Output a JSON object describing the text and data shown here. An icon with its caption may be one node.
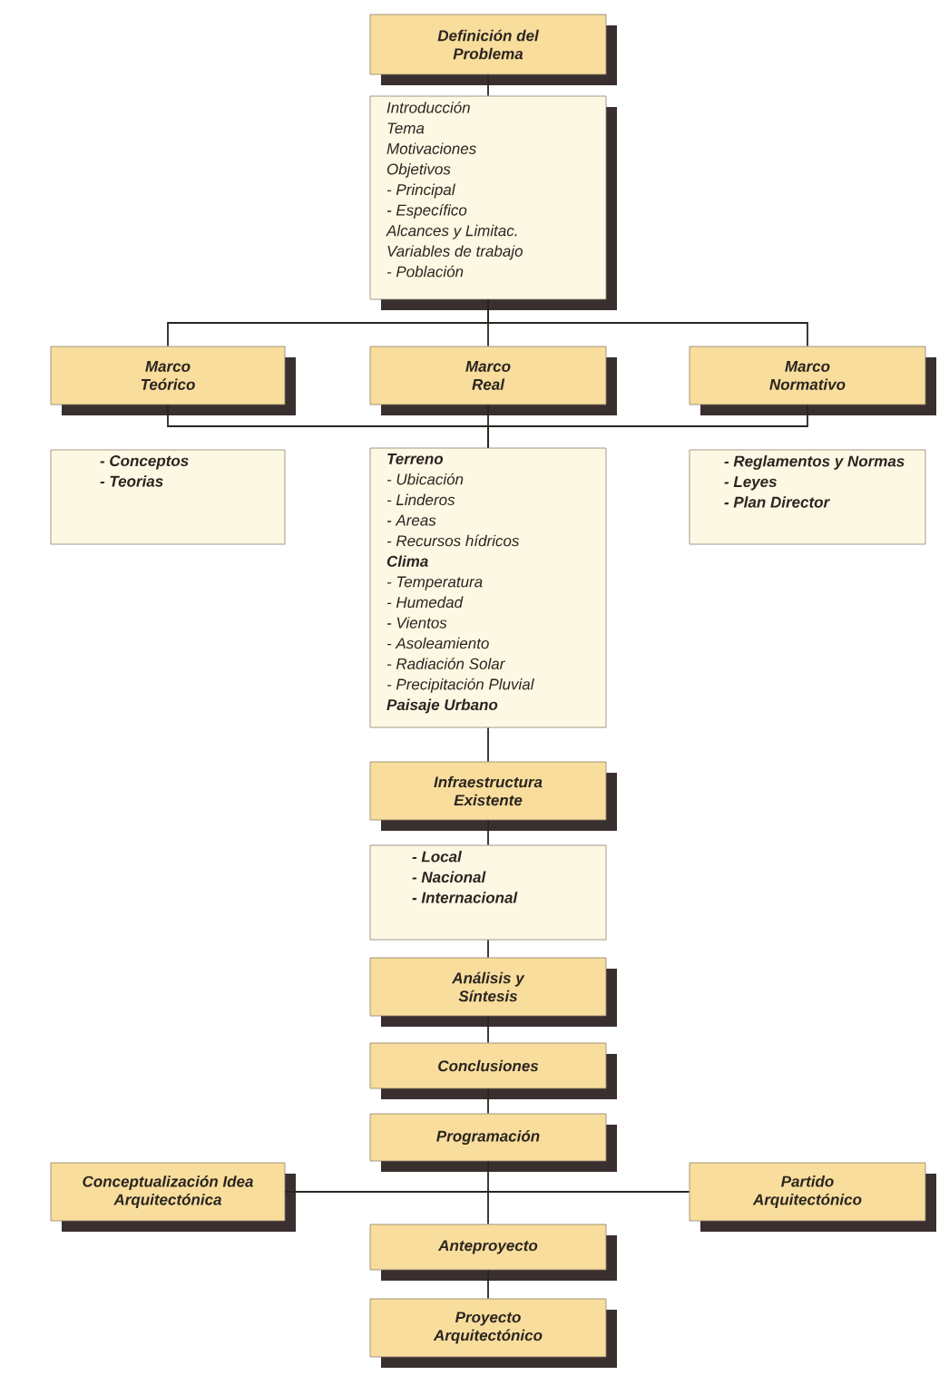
{
  "diagram": {
    "nodes": [
      {
        "text": [
          "Definición del Problema"
        ]
      },
      {
        "text": [
          "Introducción",
          "Tema",
          "Motivaciones",
          "Objetivos",
          "- Principal",
          "- Específico",
          "Alcances y Limitac.",
          "Variables de trabajo",
          "- Población"
        ]
      },
      {
        "text": [
          "Marco Teórico"
        ]
      },
      {
        "text": [
          "Marco Real"
        ]
      },
      {
        "text": [
          "Marco Normativo"
        ]
      },
      {
        "text": [
          "- Conceptos",
          "- Teorias"
        ]
      },
      {
        "text": [
          "Terreno",
          "- Ubicación",
          "- Linderos",
          "- Areas",
          "- Recursos hídricos",
          "Clima",
          "- Temperatura",
          "- Humedad",
          "- Vientos",
          "- Asoleamiento",
          "- Radiación Solar",
          "- Precipitación Pluvial",
          "Paisaje Urbano"
        ]
      },
      {
        "text": [
          "- Reglamentos y Normas",
          "- Leyes",
          "- Plan Director"
        ]
      },
      {
        "text": [
          "Infraestructura Existente"
        ]
      },
      {
        "text": [
          "- Local",
          "- Nacional",
          "- Internacional"
        ]
      },
      {
        "text": [
          "Análisis y Síntesis"
        ]
      },
      {
        "text": [
          "Conclusiones"
        ]
      },
      {
        "text": [
          "Programación"
        ]
      },
      {
        "text": [
          "Conceptualización Idea Arquitectónica"
        ]
      },
      {
        "text": [
          "Partido Arquitectónico"
        ]
      },
      {
        "text": [
          "Anteproyecto"
        ]
      },
      {
        "text": [
          "Proyecto Arquitectónico"
        ]
      }
    ],
    "edges": [
      {
        "from": 0,
        "to": 1,
        "arrow": "none"
      },
      {
        "from": 1,
        "to": 2,
        "arrow": "none"
      },
      {
        "from": 1,
        "to": 3,
        "arrow": "none"
      },
      {
        "from": 1,
        "to": 4,
        "arrow": "none"
      },
      {
        "from": 2,
        "to": 6,
        "arrow": "none"
      },
      {
        "from": 3,
        "to": 6,
        "arrow": "none"
      },
      {
        "from": 4,
        "to": 6,
        "arrow": "none"
      },
      {
        "from": 6,
        "to": 8,
        "arrow": "none"
      },
      {
        "from": 8,
        "to": 9,
        "arrow": "none"
      },
      {
        "from": 9,
        "to": 10,
        "arrow": "none"
      },
      {
        "from": 10,
        "to": 11,
        "arrow": "none"
      },
      {
        "from": 11,
        "to": 12,
        "arrow": "none"
      },
      {
        "from": 12,
        "to": 15,
        "arrow": "none"
      },
      {
        "from": 13,
        "to": 14,
        "arrow": "none"
      },
      {
        "from": 15,
        "to": 16,
        "arrow": "none"
      }
    ]
  }
}
